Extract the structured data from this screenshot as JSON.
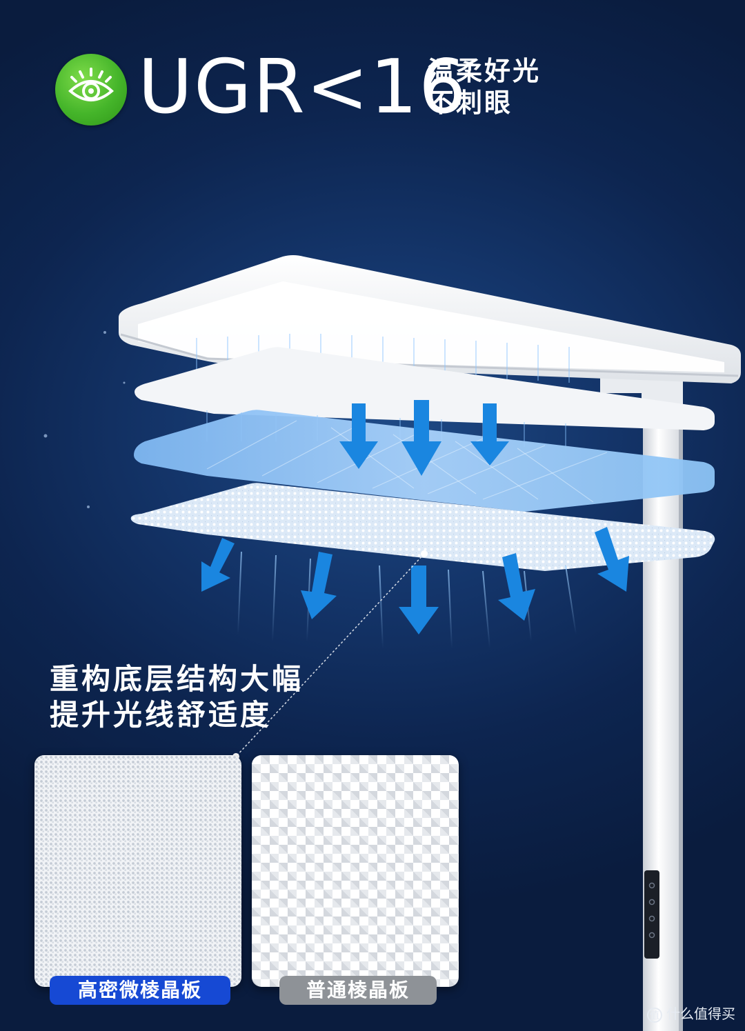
{
  "header": {
    "icon": "eye-icon",
    "headline": "UGR<16",
    "tagline_line1": "温柔好光",
    "tagline_line2": "不刺眼"
  },
  "body": {
    "line1": "重构底层结构大幅",
    "line2": "提升光线舒适度"
  },
  "samples": [
    {
      "label": "高密微棱晶板",
      "color": "#1649d4"
    },
    {
      "label": "普通棱晶板",
      "color": "#8e9297"
    }
  ],
  "watermark": {
    "logo": "值",
    "text": "什么值得买"
  },
  "colors": {
    "background": "#0d2550",
    "badge": "#45b52a",
    "arrow": "#1a86e0"
  }
}
